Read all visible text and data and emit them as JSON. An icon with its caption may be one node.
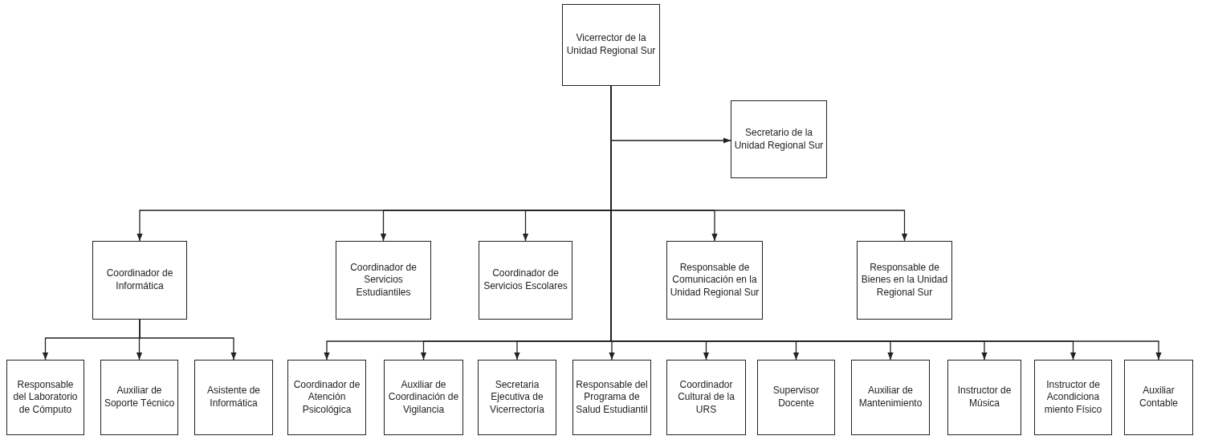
{
  "diagram": {
    "nodes": [
      {
        "text": [
          "Vicerrector de la Unidad Regional Sur"
        ]
      },
      {
        "text": [
          "Secretario de la Unidad Regional Sur"
        ]
      },
      {
        "text": [
          "Coordinador de Informática"
        ]
      },
      {
        "text": [
          "Coordinador de Servicios Estudiantiles"
        ]
      },
      {
        "text": [
          "Coordinador de Servicios Escolares"
        ]
      },
      {
        "text": [
          "Responsable de Comunicación en la Unidad Regional Sur"
        ]
      },
      {
        "text": [
          "Responsable de Bienes en la Unidad Regional Sur"
        ]
      },
      {
        "text": [
          "Responsable del Laboratorio de Cómputo"
        ]
      },
      {
        "text": [
          "Auxiliar de Soporte Técnico"
        ]
      },
      {
        "text": [
          "Asistente de Informática"
        ]
      },
      {
        "text": [
          "Coordinador de Atención Psicológica"
        ]
      },
      {
        "text": [
          "Auxiliar de Coordinación de Vigilancia"
        ]
      },
      {
        "text": [
          "Secretaria Ejecutiva de Vicerrectoría"
        ]
      },
      {
        "text": [
          "Responsable del Programa de Salud Estudiantil"
        ]
      },
      {
        "text": [
          "Coordinador Cultural de la URS"
        ]
      },
      {
        "text": [
          "Supervisor Docente"
        ]
      },
      {
        "text": [
          "Auxiliar de Mantenimiento"
        ]
      },
      {
        "text": [
          "Instructor de Música"
        ]
      },
      {
        "text": [
          "Instructor de Acondiciona miento Físico"
        ]
      },
      {
        "text": [
          "Auxiliar Contable"
        ]
      }
    ],
    "edges": [
      {
        "from": 0,
        "to": 1,
        "arrow": "to"
      },
      {
        "from": 0,
        "to": 2,
        "arrow": "to"
      },
      {
        "from": 0,
        "to": 3,
        "arrow": "to"
      },
      {
        "from": 0,
        "to": 4,
        "arrow": "to"
      },
      {
        "from": 0,
        "to": 5,
        "arrow": "to"
      },
      {
        "from": 0,
        "to": 6,
        "arrow": "to"
      },
      {
        "from": 2,
        "to": 7,
        "arrow": "to"
      },
      {
        "from": 2,
        "to": 8,
        "arrow": "to"
      },
      {
        "from": 2,
        "to": 9,
        "arrow": "to"
      },
      {
        "from": 0,
        "to": 10,
        "arrow": "to"
      },
      {
        "from": 0,
        "to": 11,
        "arrow": "to"
      },
      {
        "from": 0,
        "to": 12,
        "arrow": "to"
      },
      {
        "from": 0,
        "to": 13,
        "arrow": "to"
      },
      {
        "from": 0,
        "to": 14,
        "arrow": "to"
      },
      {
        "from": 0,
        "to": 15,
        "arrow": "to"
      },
      {
        "from": 0,
        "to": 16,
        "arrow": "to"
      },
      {
        "from": 0,
        "to": 17,
        "arrow": "to"
      },
      {
        "from": 0,
        "to": 18,
        "arrow": "to"
      },
      {
        "from": 0,
        "to": 19,
        "arrow": "to"
      }
    ]
  }
}
